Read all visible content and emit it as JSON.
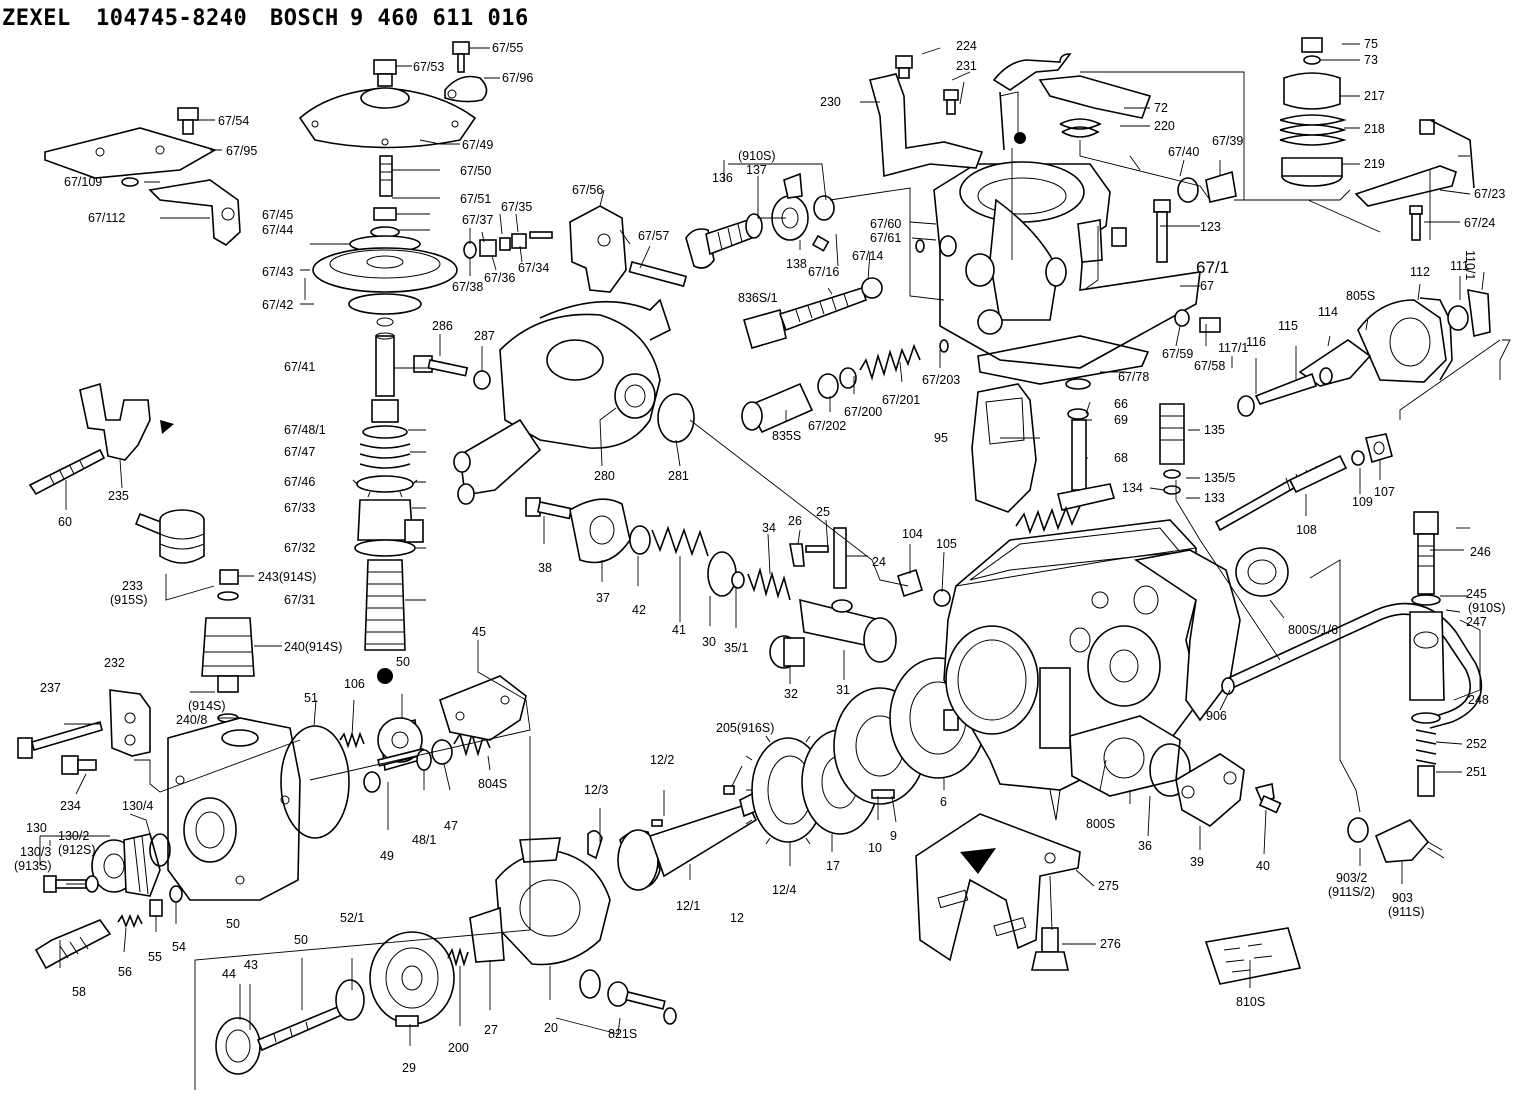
{
  "header": {
    "maker1": "ZEXEL",
    "number1": "104745-8240",
    "maker2": "BOSCH",
    "number2": "9 460 611 016"
  },
  "parts": {
    "p6755": "67/55",
    "p6753": "67/53",
    "p6796": "67/96",
    "p6754": "67/54",
    "p6795": "67/95",
    "p6749": "67/49",
    "p6750": "67/50",
    "p67109": "67/109",
    "p6751": "67/51",
    "p67112": "67/112",
    "p6745": "67/45",
    "p6744": "67/44",
    "p6743": "67/43",
    "p6742": "67/42",
    "p6741": "67/41",
    "p67481": "67/48/1",
    "p6747": "67/47",
    "p6746": "67/46",
    "p6733": "67/33",
    "p6732": "67/32",
    "p6731": "67/31",
    "p6737": "67/37",
    "p6735": "67/35",
    "p6738": "67/38",
    "p6736": "67/36",
    "p6734": "67/34",
    "p6756": "67/56",
    "p6757": "67/57",
    "p286": "286",
    "p287": "287",
    "p280": "280",
    "p281": "281",
    "p60": "60",
    "p235": "235",
    "p233": "233",
    "p233b": "(915S)",
    "p243": "243(914S)",
    "p240": "240(914S)",
    "p2408": "240/8",
    "p914s": "(914S)",
    "p232": "232",
    "p237": "237",
    "p234": "234",
    "p130": "130",
    "p1302": "130/2",
    "p912s": "(912S)",
    "p1304": "130/4",
    "p1303": "130/3",
    "p913s": "(913S)",
    "p50a": "50",
    "p51": "51",
    "p106": "106",
    "p50b": "50",
    "p45": "45",
    "p49": "49",
    "p481": "48/1",
    "p47": "47",
    "p804s": "804S",
    "p58": "58",
    "p56": "56",
    "p55": "55",
    "p54": "54",
    "p44": "44",
    "p43": "43",
    "p50c": "50",
    "p521": "52/1",
    "p29": "29",
    "p200": "200",
    "p27": "27",
    "p20": "20",
    "p821s": "821S",
    "p123b": "12/3",
    "p122": "12/2",
    "p205": "205(916S)",
    "p121": "12/1",
    "p12": "12",
    "p124": "12/4",
    "p17": "17",
    "p10": "10",
    "p9": "9",
    "p6": "6",
    "p38": "38",
    "p37": "37",
    "p42": "42",
    "p41": "41",
    "p30": "30",
    "p351": "35/1",
    "p34": "34",
    "p26": "26",
    "p25": "25",
    "p24": "24",
    "p32": "32",
    "p31": "31",
    "p104": "104",
    "p105": "105",
    "p136": "136",
    "p910s": "(910S)",
    "p137": "137",
    "p138": "138",
    "p6716": "67/16",
    "p6714": "67/14",
    "p836s": "836S/1",
    "p835s": "835S",
    "p67202": "67/202",
    "p67200": "67/200",
    "p67201": "67/201",
    "p67203": "67/203",
    "p6760": "67/60",
    "p6761": "67/61",
    "p224": "224",
    "p231": "231",
    "p230": "230",
    "p72": "72",
    "p220": "220",
    "p6740": "67/40",
    "p6739": "67/39",
    "p123": "123",
    "p671": "67/1",
    "p67": "67",
    "p6759": "67/59",
    "p6758": "67/58",
    "p6778": "67/78",
    "p66": "66",
    "p69": "69",
    "p95": "95",
    "p68": "68",
    "p135": "135",
    "p1355": "135/5",
    "p134": "134",
    "p133": "133",
    "p75": "75",
    "p73": "73",
    "p217": "217",
    "p218": "218",
    "p219": "219",
    "p6723": "67/23",
    "p6724": "67/24",
    "p112": "112",
    "p111": "111",
    "p1101": "110/1",
    "p805s": "805S",
    "p114": "114",
    "p115": "115",
    "p116": "116",
    "p1171": "117/1",
    "p109": "109",
    "p107": "107",
    "p108": "108",
    "p246": "246",
    "p245": "245",
    "p910s2": "(910S)",
    "p247": "247",
    "p248": "248",
    "p252": "252",
    "p251": "251",
    "p800s16": "800S/1/6",
    "p906": "906",
    "p800s": "800S",
    "p36": "36",
    "p39": "39",
    "p40": "40",
    "p275": "275",
    "p276": "276",
    "p9032": "903/2",
    "p911s2": "(911S/2)",
    "p903": "903",
    "p911s": "(911S)",
    "p810s": "810S"
  }
}
